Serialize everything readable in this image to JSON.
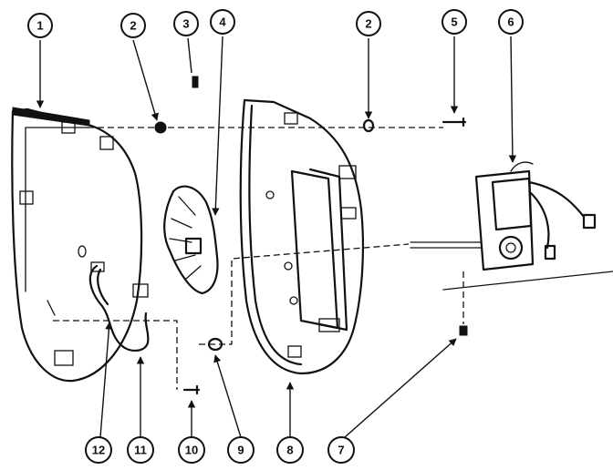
{
  "diagram": {
    "callouts": [
      "1",
      "2",
      "3",
      "4",
      "2",
      "5",
      "6",
      "12",
      "11",
      "10",
      "9",
      "8",
      "7"
    ]
  }
}
